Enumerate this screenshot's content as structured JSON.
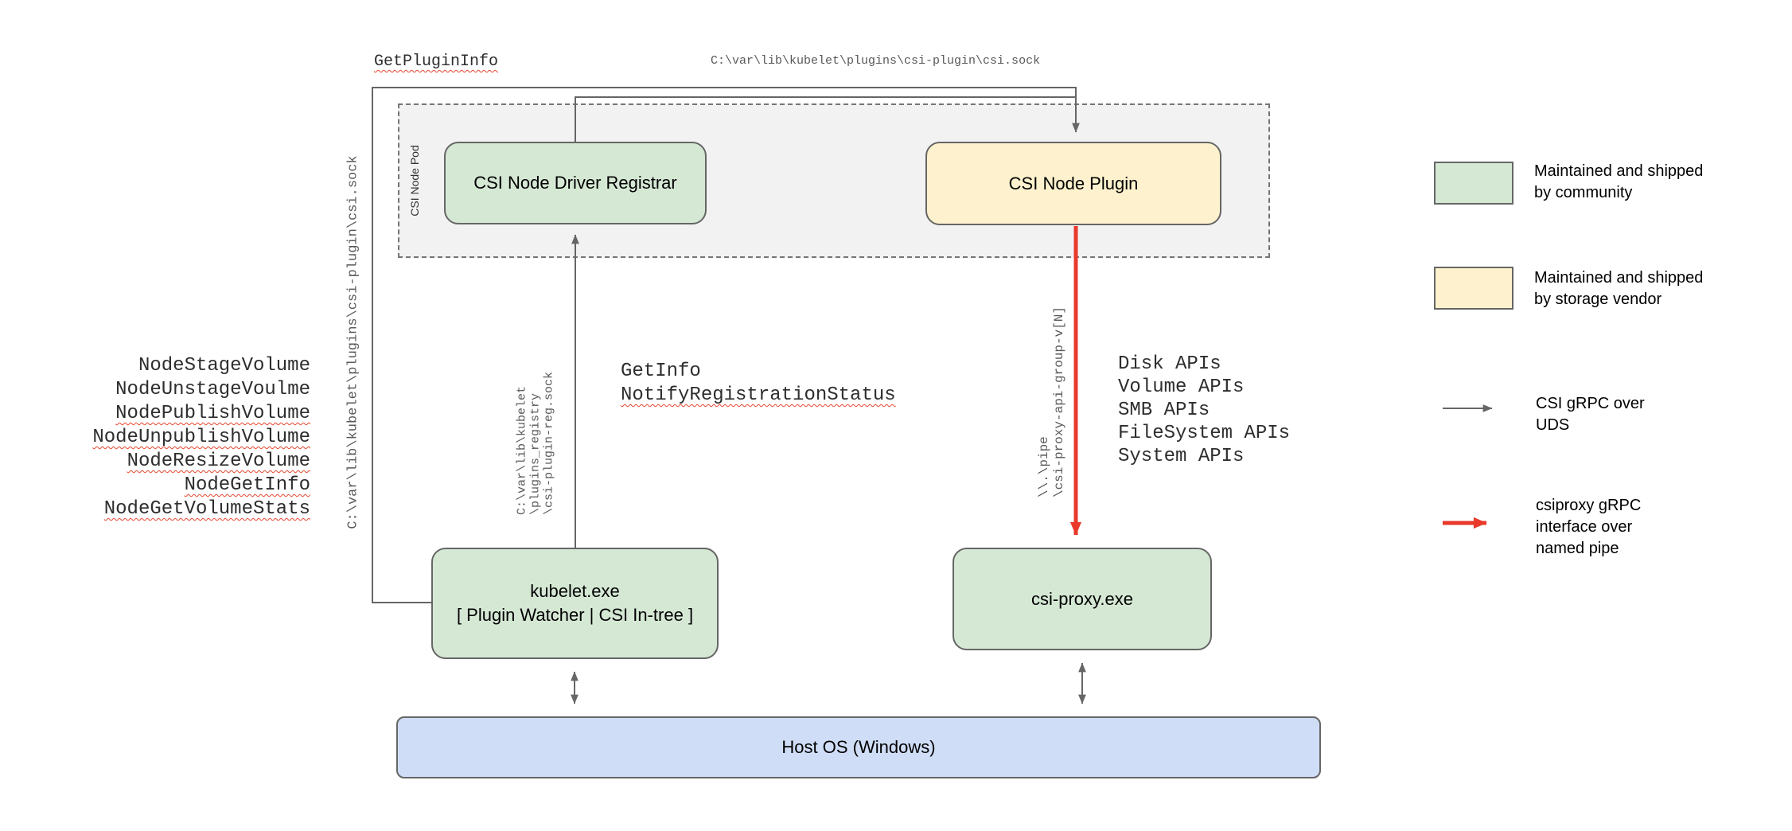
{
  "colors": {
    "community_green": "#d5e8d4",
    "vendor_yellow": "#fdf2cd",
    "host_blue": "#cfddf6",
    "pod_fill": "#f2f2f2",
    "uds_arrow_gray": "#666666",
    "pipe_arrow_red": "#e8392b",
    "spellcheck_red": "#e8442d"
  },
  "pod": {
    "label": "CSI Node Pod"
  },
  "nodes": {
    "registrar": {
      "label": "CSI Node Driver Registrar"
    },
    "plugin": {
      "label": "CSI Node Plugin"
    },
    "kubelet": {
      "line1": "kubelet.exe",
      "line2": "[ Plugin Watcher | CSI In-tree ]"
    },
    "csi_proxy": {
      "label": "csi-proxy.exe"
    },
    "host_os": {
      "label": "Host OS (Windows)"
    }
  },
  "paths": {
    "top_socket": "C:\\var\\lib\\kubelet\\plugins\\csi-plugin\\csi.sock",
    "left_socket": "C:\\var\\lib\\kubelet\\plugins\\csi-plugin\\csi.sock",
    "registry_socket_lines": [
      "C:\\var\\lib\\kubelet",
      "\\plugins_registry",
      "\\csi-plugin-reg.sock"
    ],
    "named_pipe_lines": [
      "\\\\.\\pipe",
      "\\csi-proxy-api-group-v[N]"
    ]
  },
  "calls": {
    "get_plugin_info": "GetPluginInfo",
    "node_calls": [
      "NodeStageVolume",
      "NodeUnstageVoulme",
      "NodePublishVolume",
      "NodeUnpublishVolume",
      "NodeResizeVolume",
      "NodeGetInfo",
      "NodeGetVolumeStats"
    ],
    "registration_calls": [
      "GetInfo",
      "NotifyRegistrationStatus"
    ],
    "proxy_apis": [
      "Disk APIs",
      "Volume APIs",
      "SMB APIs",
      "FileSystem APIs",
      "System APIs"
    ]
  },
  "legend": {
    "community": [
      "Maintained and shipped",
      "by community"
    ],
    "vendor": [
      "Maintained and shipped",
      "by storage vendor"
    ],
    "uds": [
      "CSI gRPC over",
      "UDS"
    ],
    "pipe": [
      "csiproxy gRPC",
      "interface over",
      "named pipe"
    ]
  }
}
